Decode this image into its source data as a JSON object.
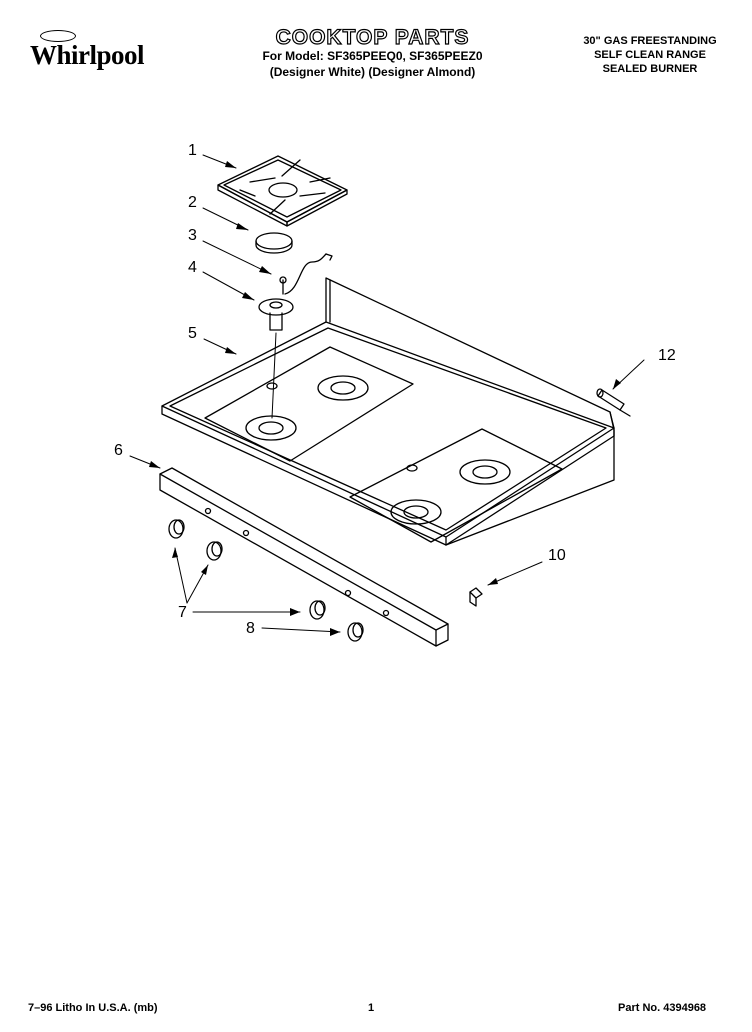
{
  "brand": {
    "name": "Whirlpool"
  },
  "header": {
    "title": "COOKTOP PARTS",
    "model_line": "For Model: SF365PEEQ0, SF365PEEZ0",
    "color_line": "(Designer White) (Designer Almond)",
    "spec_lines": [
      "30\" GAS FREESTANDING",
      "SELF CLEAN RANGE",
      "SEALED BURNER"
    ]
  },
  "callouts": {
    "c1": "1",
    "c2": "2",
    "c3": "3",
    "c4": "4",
    "c5": "5",
    "c6": "6",
    "c7": "7",
    "c8": "8",
    "c10": "10",
    "c12": "12"
  },
  "footer": {
    "litho": "7–96 Litho In U.S.A. (mb)",
    "page": "1",
    "part_number": "Part No. 4394968"
  }
}
